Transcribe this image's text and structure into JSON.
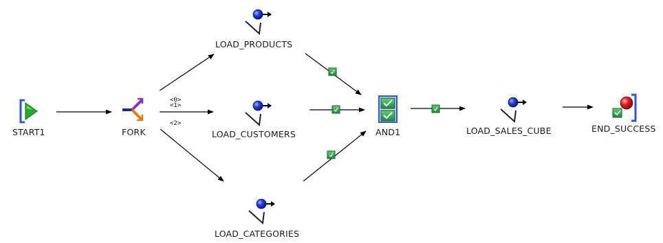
{
  "nodes": {
    "start": {
      "label": "START1"
    },
    "fork": {
      "label": "FORK"
    },
    "load_products": {
      "label": "LOAD_PRODUCTS"
    },
    "load_customers": {
      "label": "LOAD_CUSTOMERS"
    },
    "load_categories": {
      "label": "LOAD_CATEGORIES"
    },
    "and": {
      "label": "AND1"
    },
    "load_sales_cube": {
      "label": "LOAD_SALES_CUBE"
    },
    "end_success": {
      "label": "END_SUCCESS"
    }
  },
  "fork_branch_labels": [
    "<0>",
    "<1>",
    "<2>"
  ],
  "colors": {
    "edge": "#000000",
    "condition_box": "#2e9e4f",
    "start_green": "#1fae2e",
    "bracket_blue": "#2b57d6",
    "mapping_ball": "#1a2fd0",
    "end_red": "#d81b1b"
  },
  "icons": {
    "start": "start-activity-icon",
    "fork": "fork-activity-icon",
    "mapping": "mapping-activity-icon",
    "and": "and-activity-icon",
    "end": "end-success-activity-icon",
    "condition": "transition-condition-icon"
  }
}
